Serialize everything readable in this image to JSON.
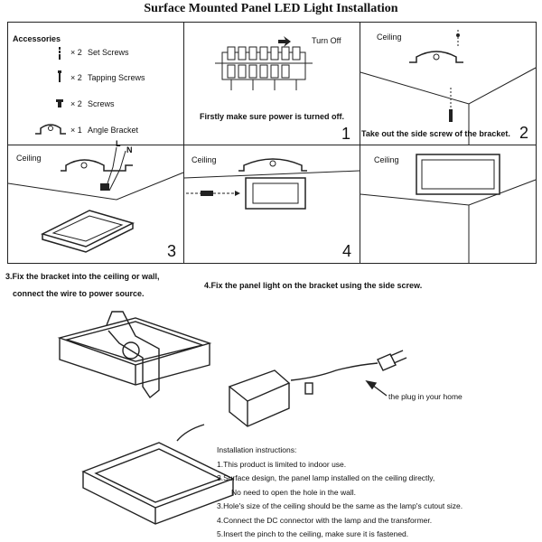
{
  "title": "Surface Mounted Panel LED Light Installation",
  "accessories": {
    "heading": "Accessories",
    "items": [
      {
        "qty": "× 2",
        "label": "Set Screws"
      },
      {
        "qty": "× 2",
        "label": "Tapping Screws"
      },
      {
        "qty": "× 2",
        "label": "Screws"
      },
      {
        "qty": "× 1",
        "label": "Angle Bracket"
      }
    ]
  },
  "panels": {
    "turn_off": {
      "label": "Turn Off",
      "caption": "Firstly make sure power is turned off.",
      "number": "1"
    },
    "step2": {
      "label": "Ceiling",
      "caption": "Take out the side screw of the bracket.",
      "number": "2"
    },
    "step3": {
      "label": "Ceiling",
      "wire_l": "L",
      "wire_n": "N",
      "number": "3"
    },
    "step4": {
      "label": "Ceiling",
      "number": "4"
    },
    "step5": {
      "label": "Ceiling"
    }
  },
  "captions": {
    "step3_line1": "3.Fix the bracket into the ceiling or wall,",
    "step3_line2": "connect the wire to power source.",
    "step4": "4.Fix the panel light on the bracket using the side screw."
  },
  "plug_label": "the plug in your home",
  "instructions": {
    "heading": "Installation instructions:",
    "lines": [
      "1.This product is limited to indoor use.",
      "2.Surface design, the panel lamp installed on the ceiling directly,",
      "No need to open the hole in the wall.",
      "3.Hole's size of the ceiling should be the same as the lamp's cutout size.",
      "4.Connect the DC connector with the lamp and the transformer.",
      "5.Insert the pinch to the ceiling, make sure it is fastened."
    ]
  }
}
